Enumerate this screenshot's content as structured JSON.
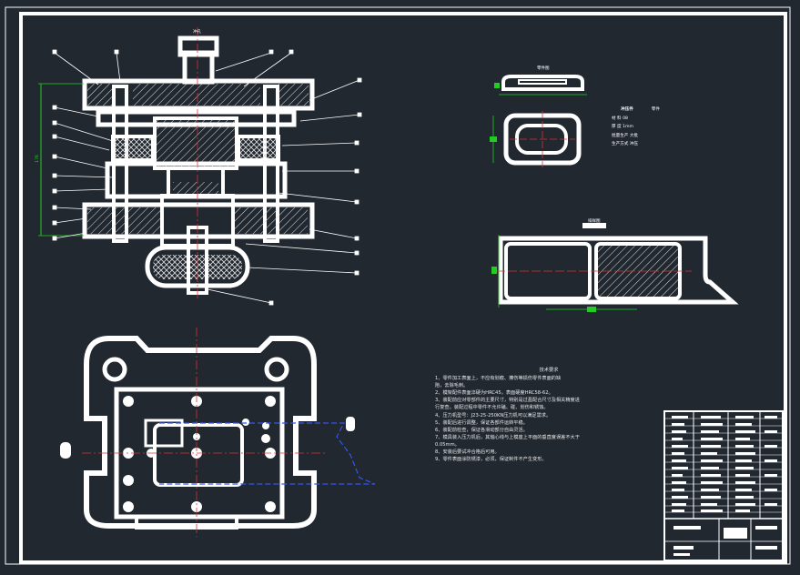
{
  "notes": {
    "title": "技术要求",
    "lines": [
      "1、零件加工表面上，不应有划痕、擦伤等损伤零件表面的缺",
      "陷，去除毛刺。",
      "2、模架配件表面淬硬为HRC45，表面硬度HRC58-62。",
      "3、装配前应对零部件的主要尺寸，特别是过盈配合尺寸及相关精度进",
      "行复查。装配过程中零件不允许磕、碰、划伤和锈蚀。",
      "4、压力机型号：J23-25-250KN压力机可以满足需求。",
      "5、装配后进行调整，保证各部件运转平稳。",
      "6、装配前检查，保证各滑动部分自由灵活。",
      "7、模具装入压力机后，其轴心线与上模座上平面的垂直度误差不大于",
      "0.05mm。",
      "8、安装后要试冲合格后可用。",
      "9、零件表面涂防锈漆，必须，保证制件不产生变形。"
    ]
  },
  "params": {
    "header_left": "冲压件",
    "header_right": "零件",
    "rows": [
      "材  料 08",
      "厚  度 1mm",
      "批量生产 大批",
      "生产方式 冲压"
    ]
  },
  "labels": {
    "part_title": "零件图",
    "section_title": "排样图",
    "top_label": "冲孔",
    "dim_height": "176"
  }
}
